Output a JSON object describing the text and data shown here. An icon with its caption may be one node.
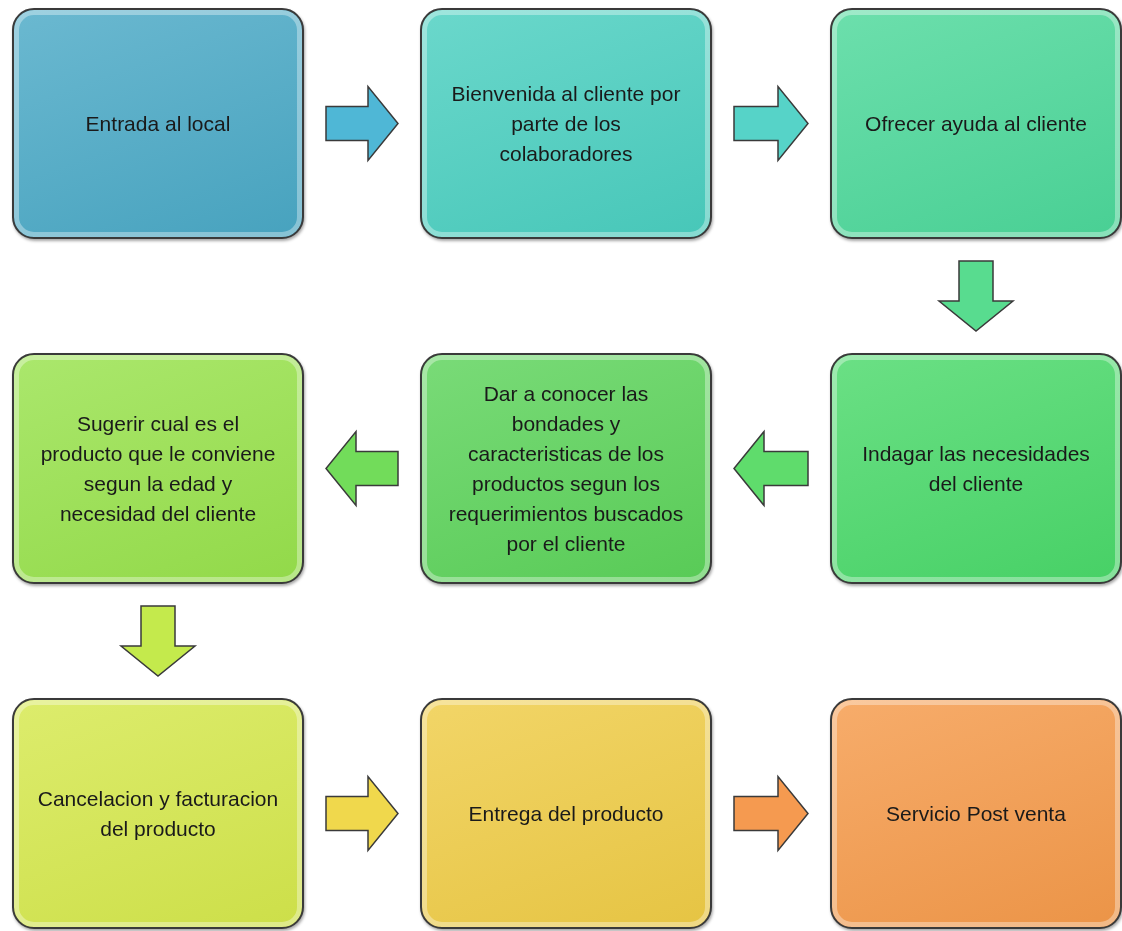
{
  "diagram": {
    "nodes": [
      {
        "text": [
          "Entrada al local"
        ]
      },
      {
        "text": [
          "Bienvenida al cliente por parte de los colaboradores"
        ]
      },
      {
        "text": [
          "Ofrecer ayuda al cliente"
        ]
      },
      {
        "text": [
          "Sugerir cual es el producto que le conviene segun la edad y necesidad del cliente"
        ]
      },
      {
        "text": [
          "Dar a conocer las bondades y caracteristicas de los productos segun los requerimientos buscados por el cliente"
        ]
      },
      {
        "text": [
          "Indagar las necesidades del cliente"
        ]
      },
      {
        "text": [
          "Cancelacion y facturacion del producto"
        ]
      },
      {
        "text": [
          "Entrega del producto"
        ]
      },
      {
        "text": [
          "Servicio Post venta"
        ]
      }
    ],
    "edges": [
      {
        "from": 0,
        "to": 1,
        "arrow": "to"
      },
      {
        "from": 1,
        "to": 2,
        "arrow": "to"
      },
      {
        "from": 2,
        "to": 5,
        "arrow": "to"
      },
      {
        "from": 5,
        "to": 4,
        "arrow": "to"
      },
      {
        "from": 4,
        "to": 3,
        "arrow": "to"
      },
      {
        "from": 3,
        "to": 6,
        "arrow": "to"
      },
      {
        "from": 6,
        "to": 7,
        "arrow": "to"
      },
      {
        "from": 7,
        "to": 8,
        "arrow": "to"
      }
    ]
  }
}
